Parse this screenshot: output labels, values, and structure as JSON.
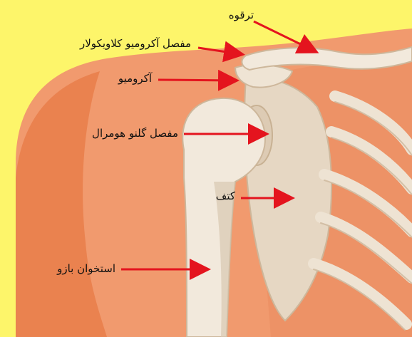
{
  "colors": {
    "background": "#fdf56a",
    "skin": "#f19a6e",
    "skin_dark": "#e77a45",
    "bone": "#f0e6d8",
    "bone_shadow": "#d9c7b1",
    "arrow": "#e4141e",
    "label": "#111111"
  },
  "labels": {
    "clavicle": "ترقوه",
    "acromioclavicular_joint": "مفصل آکرومیو کلاویکولار",
    "acromion": "آکرومیو",
    "glenohumeral_joint": "مفصل گلنو هومرال",
    "scapula": "کتف",
    "humerus": "استخوان بازو"
  },
  "icons": {
    "arrow": "red-arrow-icon"
  }
}
